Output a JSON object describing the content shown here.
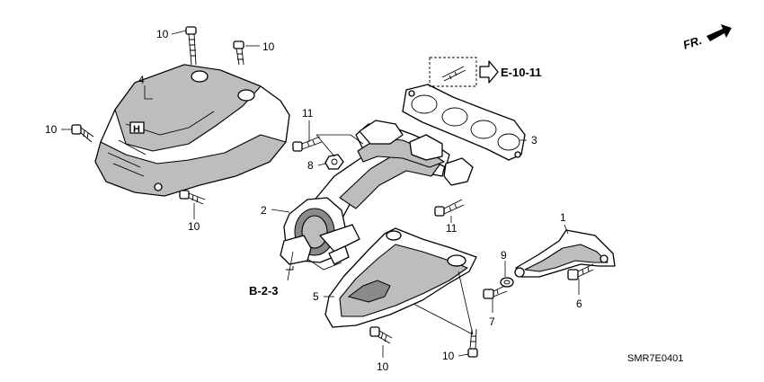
{
  "diagram": {
    "callouts": {
      "c10_top": "10",
      "c10_top2": "10",
      "c4": "4",
      "c10_left": "10",
      "c10_mid": "10",
      "c11_upper": "11",
      "c8": "8",
      "c2": "2",
      "c3": "3",
      "c11_lower": "11",
      "c1": "1",
      "c9": "9",
      "c7": "7",
      "c6": "6",
      "c5": "5",
      "c10_bottom": "10",
      "c10_bottom2": "10"
    },
    "refs": {
      "e10": "E-10-11",
      "b23": "B-2-3",
      "front": "FR."
    },
    "diagram_code": "SMR7E0401"
  }
}
